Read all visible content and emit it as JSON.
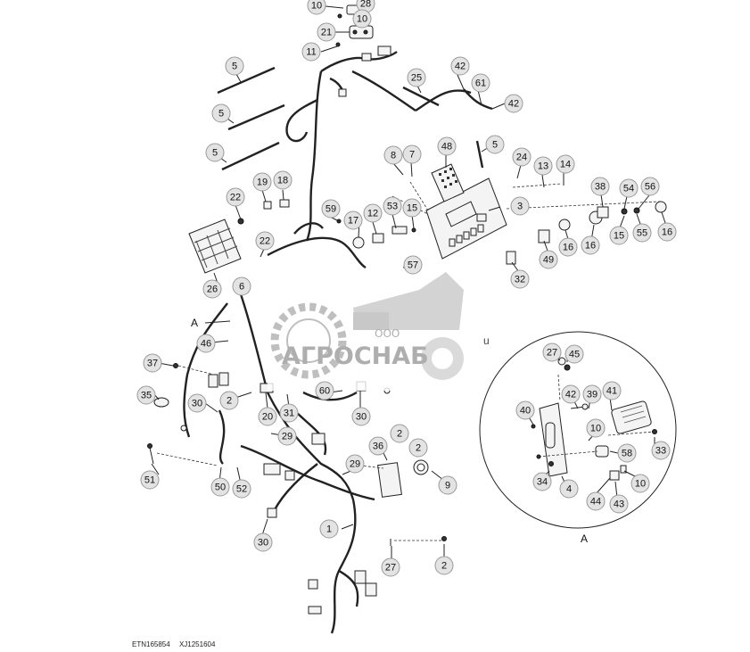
{
  "footer": {
    "code1": "ETN165854",
    "code2": "XJ1251604"
  },
  "watermark": {
    "small": "ООО",
    "big": "АГРОСНАБ"
  },
  "detail_label": "A",
  "main_label": "A",
  "callouts": [
    "10",
    "28",
    "10",
    "21",
    "11",
    "5",
    "5",
    "5",
    "25",
    "42",
    "61",
    "42",
    "5",
    "48",
    "8",
    "7",
    "24",
    "13",
    "14",
    "38",
    "54",
    "56",
    "19",
    "18",
    "22",
    "3",
    "59",
    "17",
    "12",
    "53",
    "15",
    "15",
    "55",
    "16",
    "16",
    "16",
    "22",
    "49",
    "57",
    "32",
    "26",
    "6",
    "46",
    "37",
    "35",
    "2",
    "20",
    "31",
    "60",
    "30",
    "29",
    "30",
    "36",
    "2",
    "2",
    "9",
    "29",
    "51",
    "50",
    "52",
    "30",
    "1",
    "27",
    "2",
    "27",
    "45",
    "42",
    "39",
    "41",
    "40",
    "10",
    "33",
    "58",
    "34",
    "4",
    "44",
    "43",
    "10"
  ]
}
